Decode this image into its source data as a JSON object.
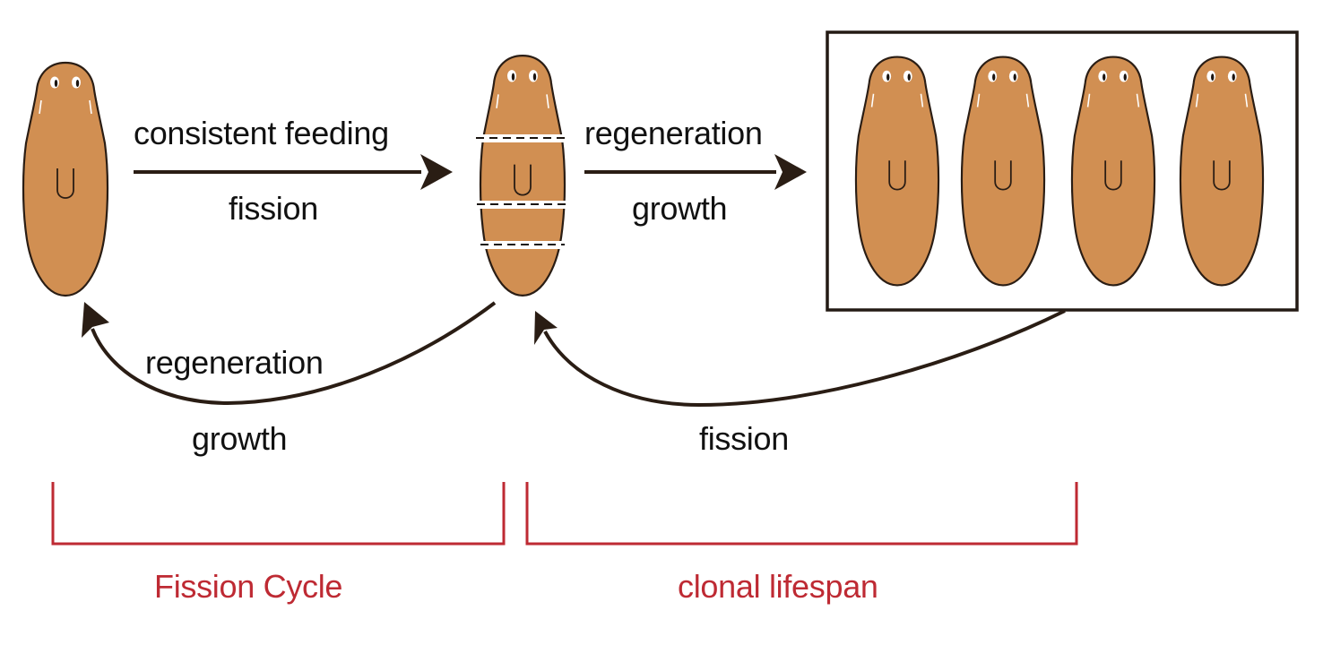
{
  "colors": {
    "worm_fill": "#d18f52",
    "worm_outline": "#2a1d14",
    "arrow": "#2a1d14",
    "bracket": "#be2a33",
    "bracket_label": "#be2a33",
    "text": "#111111"
  },
  "arrows": {
    "feeding": {
      "above": "consistent feeding",
      "below": "fission"
    },
    "regrowth": {
      "above": "regeneration",
      "below": "growth"
    },
    "return_left": {
      "above": "regeneration",
      "below": "growth"
    },
    "return_right": {
      "below": "fission"
    }
  },
  "worms": {
    "single": 1,
    "fission_planes": 3,
    "clones": 4
  },
  "brackets": [
    {
      "label": "Fission Cycle"
    },
    {
      "label": "clonal lifespan"
    }
  ]
}
